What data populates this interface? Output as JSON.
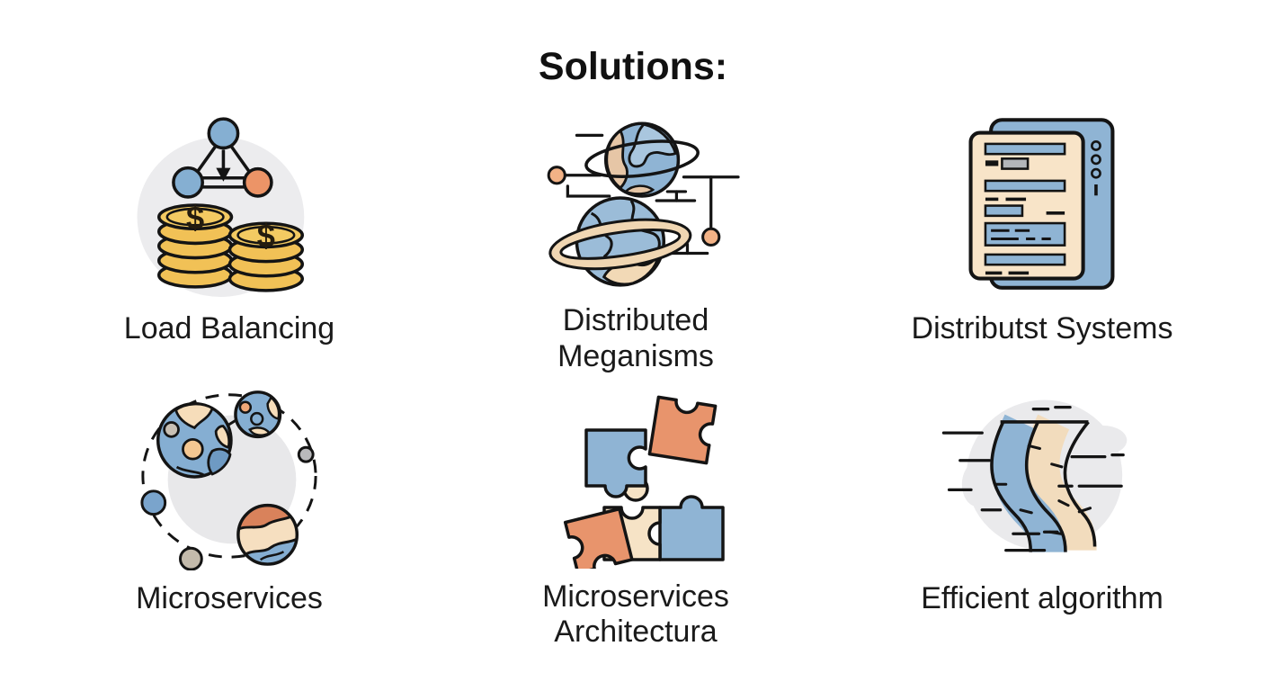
{
  "page": {
    "title": "Solutions:"
  },
  "cells": [
    {
      "label": "Load Balancing",
      "icon": "load-balancing-icon"
    },
    {
      "label": "Distributed Meganisms",
      "icon": "ringed-planets-icon"
    },
    {
      "label": "Distributst Systems",
      "icon": "document-tablet-icon"
    },
    {
      "label": "Microservices",
      "icon": "orbiting-planets-icon"
    },
    {
      "label": "Microservices Architectura",
      "icon": "puzzle-pieces-icon"
    },
    {
      "label": "Efficient algorithm",
      "icon": "winding-path-icon"
    }
  ],
  "icons": {
    "dollar_sign": "$",
    "load_balancing": "network-triangle-over-coin-stacks",
    "ringed_planets": "two-ringed-planets-with-circuit-lines",
    "document_tablet": "document-page-over-blue-tablet",
    "orbiting_planets": "planets-on-dashed-orbit",
    "puzzle_pieces": "interlocking-puzzle-pieces",
    "winding_path": "s-curved-road-with-speed-lines"
  },
  "colors": {
    "blue": "#8fb4d4",
    "light_blue": "#9bbcd8",
    "dark_blue": "#6e9ac3",
    "orange": "#e8946c",
    "gold": "#f1c156",
    "cream": "#f6e3c6",
    "tan": "#f0d6b2",
    "gray_blob": "#ebebed",
    "outline": "#141414",
    "text": "#1a1a1a"
  }
}
